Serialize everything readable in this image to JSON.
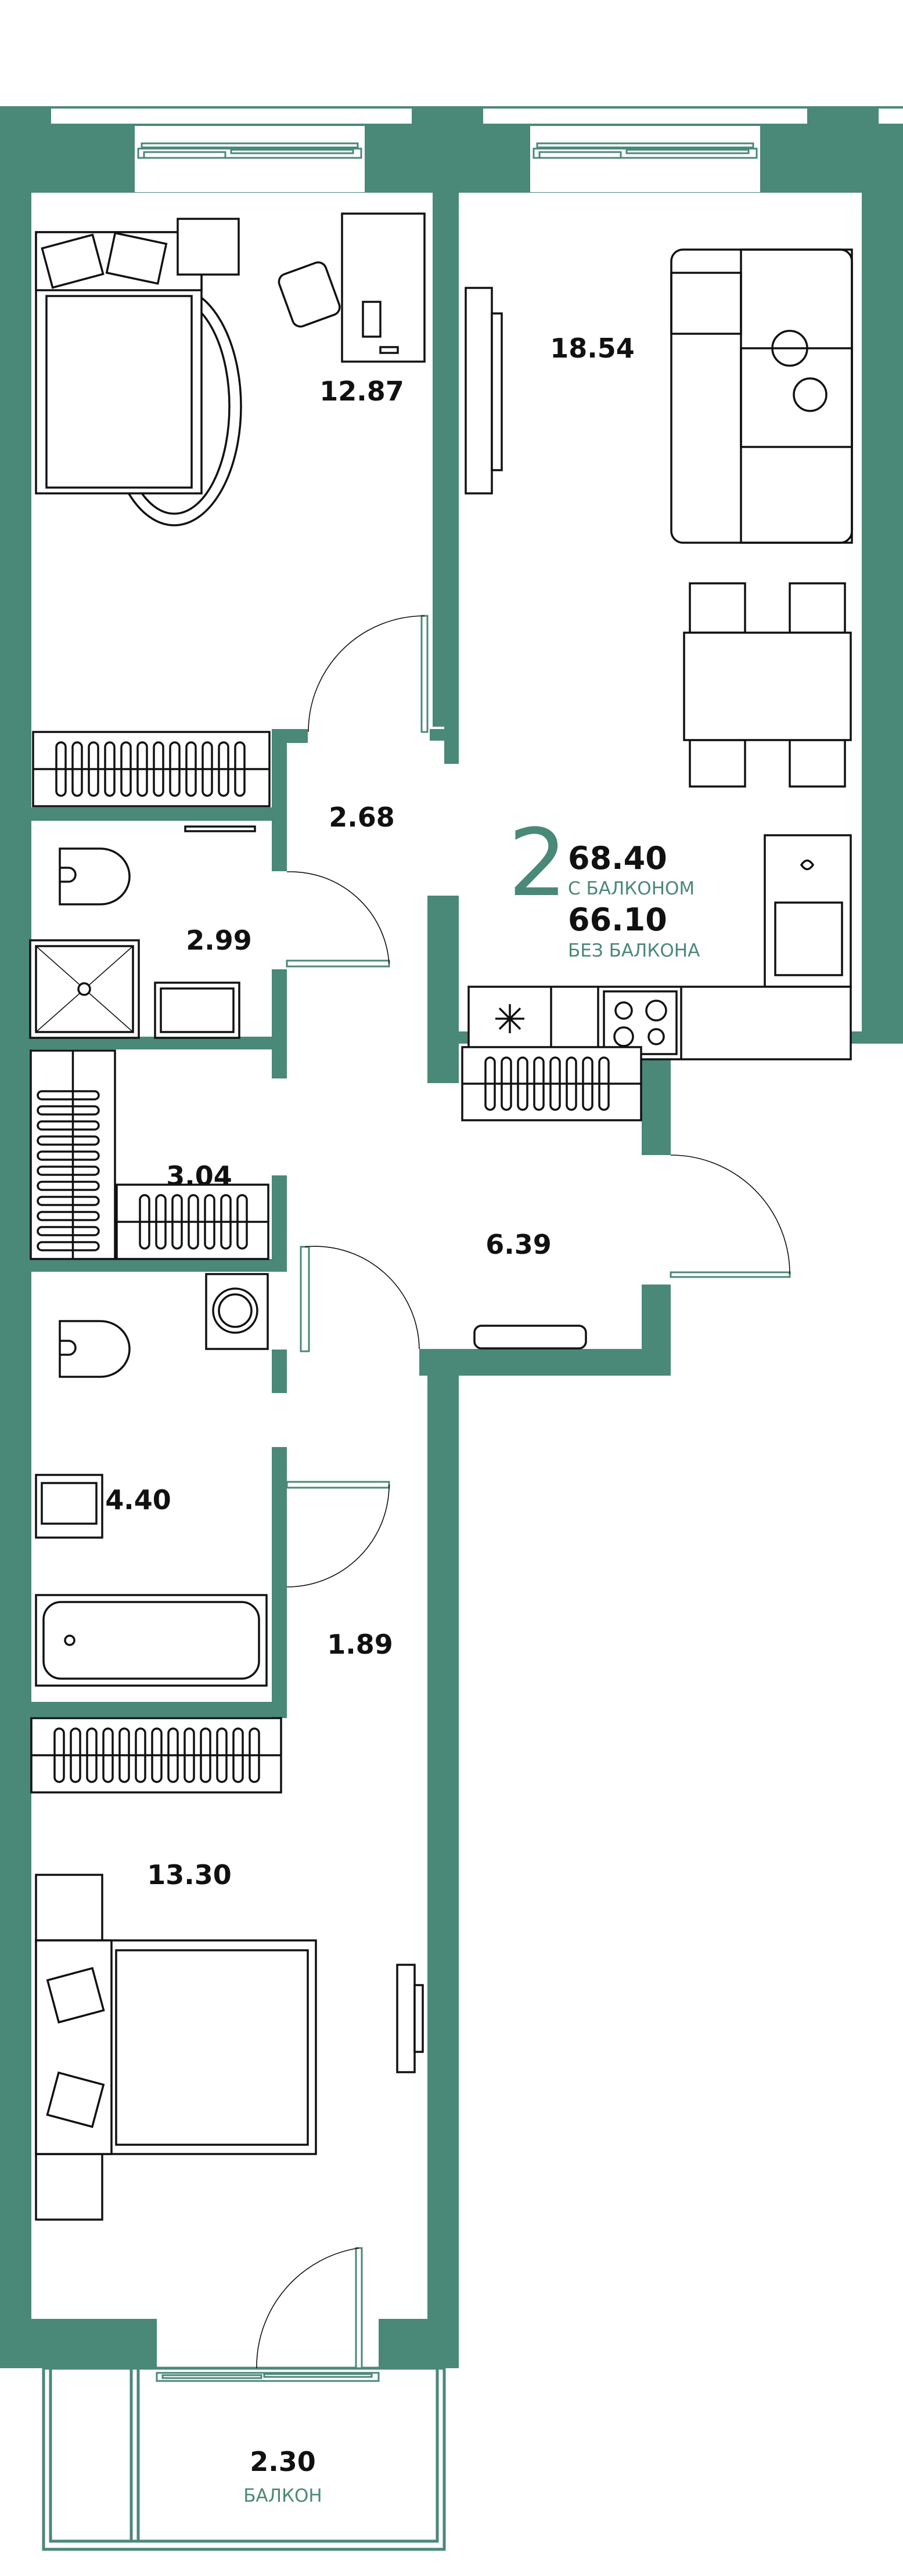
{
  "plan": {
    "room_count": "2",
    "total_with_balcony": "68.40",
    "with_balcony_label": "С БАЛКОНОМ",
    "total_without_balcony": "66.10",
    "without_balcony_label": "БЕЗ БАЛКОНА"
  },
  "rooms": {
    "bedroom_1": "12.87",
    "living_kitchen": "18.54",
    "hall_upper": "2.68",
    "bathroom_1": "2.99",
    "storage": "3.04",
    "entry_hall": "6.39",
    "bathroom_2": "4.40",
    "corridor": "1.89",
    "bedroom_2": "13.30",
    "balcony": "2.30",
    "balcony_label": "БАЛКОН"
  },
  "colors": {
    "wall": "#4a8878",
    "text": "#111111"
  }
}
